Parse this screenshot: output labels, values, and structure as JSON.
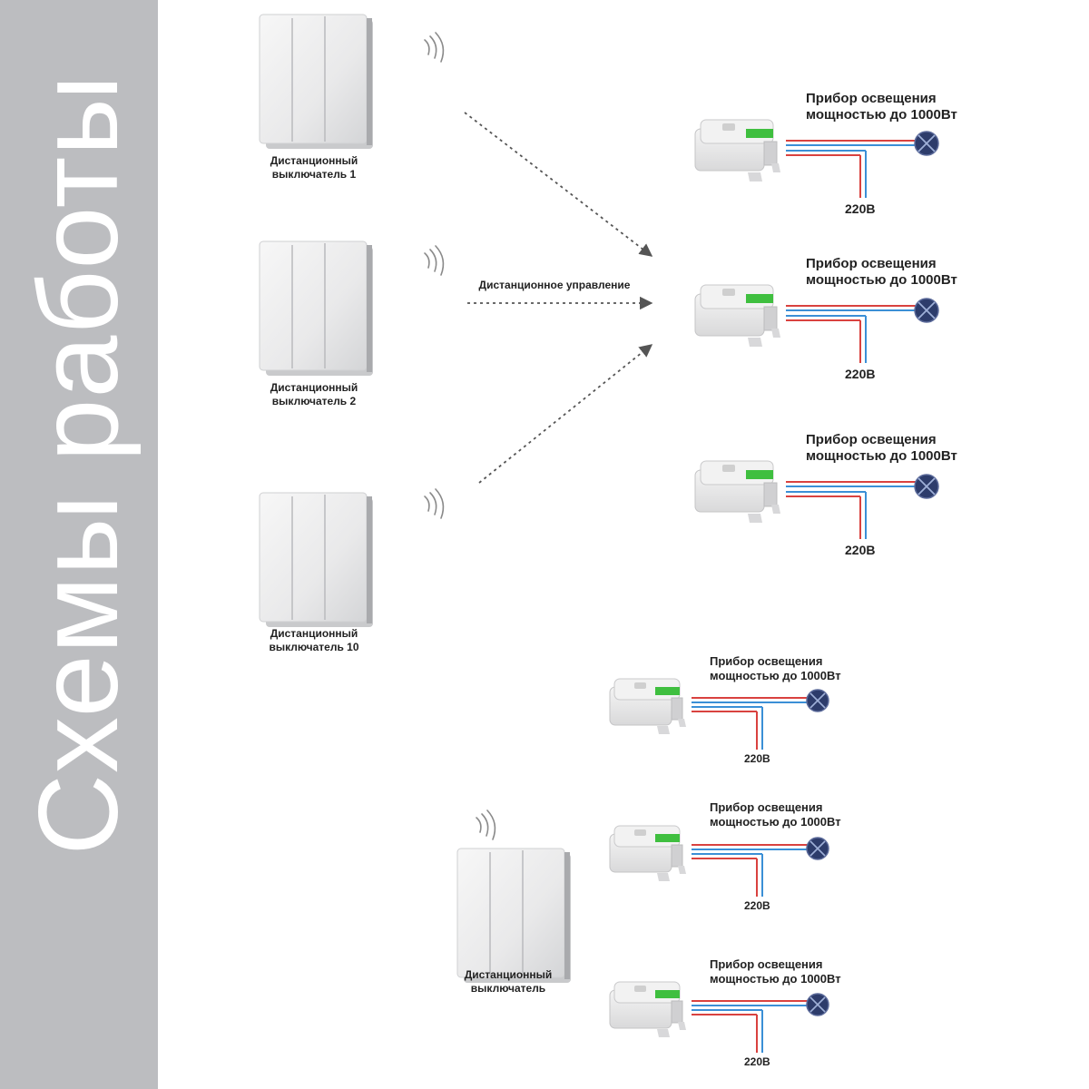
{
  "sidebar": {
    "title": "Схемы работы",
    "bg_color": "#bcbdc0",
    "text_color": "#ffffff"
  },
  "remote_control_label": "Дистанционное управление",
  "switches": [
    {
      "line1": "Дистанционный",
      "line2": "выключатель 1"
    },
    {
      "line1": "Дистанционный",
      "line2": "выключатель 2"
    },
    {
      "line1": "Дистанционный",
      "line2": "выключатель 10"
    },
    {
      "line1": "Дистанционный",
      "line2": "выключатель"
    }
  ],
  "receivers": [
    {
      "lamp_line1": "Прибор освещения",
      "lamp_line2": "мощностью до 1000Вт",
      "voltage": "220В"
    },
    {
      "lamp_line1": "Прибор освещения",
      "lamp_line2": "мощностью до 1000Вт",
      "voltage": "220В"
    },
    {
      "lamp_line1": "Прибор освещения",
      "lamp_line2": "мощностью до 1000Вт",
      "voltage": "220В"
    },
    {
      "lamp_line1": "Прибор освещения",
      "lamp_line2": "мощностью до 1000Вт",
      "voltage": "220В"
    },
    {
      "lamp_line1": "Прибор освещения",
      "lamp_line2": "мощностью до 1000Вт",
      "voltage": "220В"
    },
    {
      "lamp_line1": "Прибор освещения",
      "lamp_line2": "мощностью до 1000Вт",
      "voltage": "220В"
    }
  ],
  "colors": {
    "wire_red": "#d9423f",
    "wire_blue": "#3b8fd6",
    "lamp_fill": "#2d3c6b",
    "led_green": "#3fbf3f",
    "arrow": "#555555"
  }
}
